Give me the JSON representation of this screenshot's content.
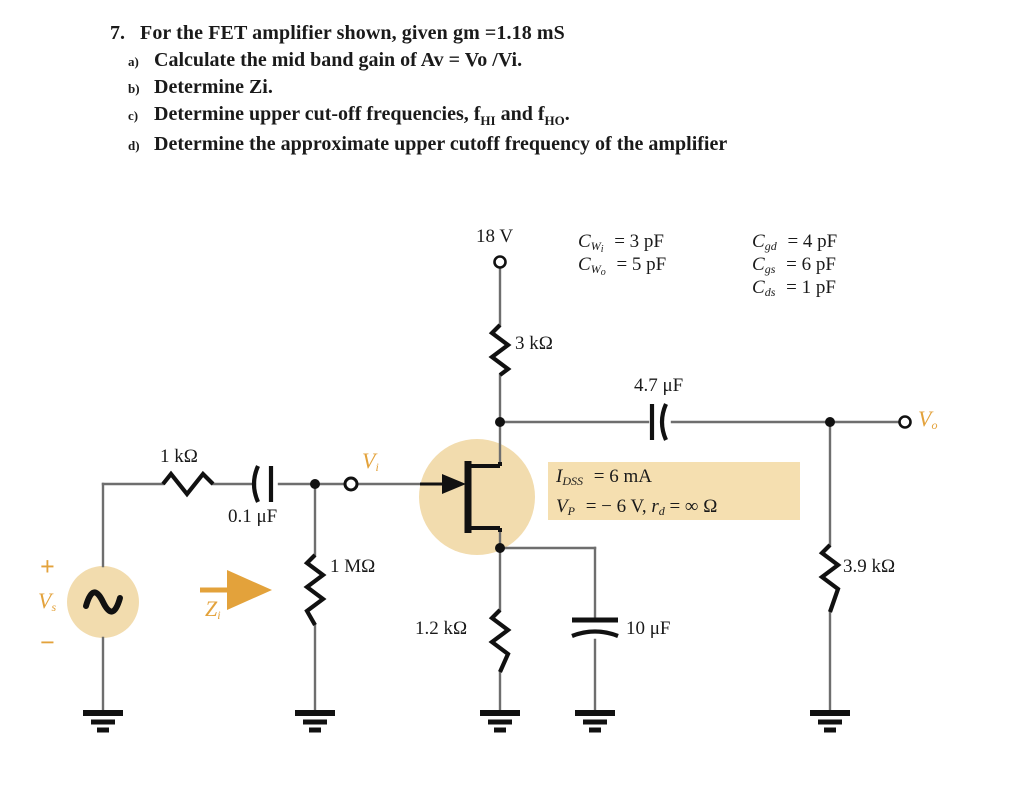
{
  "problem": {
    "number": "7.",
    "stem": "For the FET amplifier shown, given gm =1.18 mS",
    "parts": [
      {
        "label": "a)",
        "text": "Calculate the mid band gain of Av = Vo /Vi."
      },
      {
        "label": "b)",
        "text": "Determine Zi."
      },
      {
        "label": "c)",
        "text": "Determine upper cut-off frequencies, f",
        "sub1": "HI",
        "mid": " and f",
        "sub2": "HO",
        "tail": "."
      },
      {
        "label": "d)",
        "text": "Determine the approximate upper cutoff frequency of the amplifier"
      }
    ]
  },
  "circuit": {
    "supply_label": "18 V",
    "drain_resistor": "3 kΩ",
    "source_resistor": "1.2 kΩ",
    "gate_resistor": "1 MΩ",
    "load_resistor": "3.9 kΩ",
    "series_resistor": "1 kΩ",
    "input_cap": "0.1 μF",
    "output_cap": "4.7 μF",
    "bypass_cap": "10 μF",
    "vs_label": "V",
    "vs_sub": "s",
    "vs_plus": "+",
    "vs_minus": "−",
    "vi_label": "V",
    "vi_sub": "i",
    "vo_label": "V",
    "vo_sub": "o",
    "zi_label": "Z",
    "zi_sub": "i"
  },
  "wiring_caps": {
    "cwi": {
      "name": "C",
      "sub": "W",
      "sub2": "i",
      "value": "= 3 pF"
    },
    "cwo": {
      "name": "C",
      "sub": "W",
      "sub2": "o",
      "value": "= 5 pF"
    },
    "cgd": {
      "name": "C",
      "sub": "gd",
      "value": "= 4 pF"
    },
    "cgs": {
      "name": "C",
      "sub": "gs",
      "value": "= 6 pF"
    },
    "cds": {
      "name": "C",
      "sub": "ds",
      "value": "= 1 pF"
    }
  },
  "device_params": {
    "line1_name": "I",
    "line1_sub": "DSS",
    "line1_val": "= 6 mA",
    "line2_name": "V",
    "line2_sub": "P",
    "line2_val": "= − 6 V,",
    "line2_rd": "r",
    "line2_rd_sub": "d",
    "line2_rd_val": "= ∞ Ω"
  },
  "colors": {
    "highlight": "#F2DCAE",
    "param_box": "#F5DFB0",
    "accent_orange": "#E3A23B",
    "wire": "#6E6E6E",
    "component": "#1a1a1a"
  }
}
